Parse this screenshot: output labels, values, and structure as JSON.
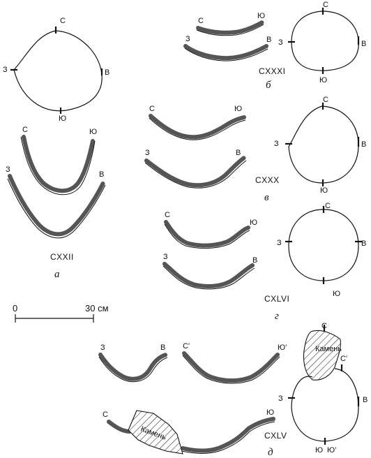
{
  "figure": {
    "panels": {
      "a": {
        "letter": "а",
        "code": "CXXII",
        "plan": {
          "north": "С",
          "south": "Ю",
          "east": "В",
          "west": "З"
        },
        "section1": {
          "left": "С",
          "right": "Ю"
        },
        "section2": {
          "left": "З",
          "right": "В"
        }
      },
      "b": {
        "letter": "б",
        "code": "CXXXI",
        "plan": {
          "north": "С",
          "south": "Ю",
          "east": "В",
          "west": "З"
        },
        "section1": {
          "left": "С",
          "right": "Ю"
        },
        "section2": {
          "left": "З",
          "right": "В"
        }
      },
      "v": {
        "letter": "в",
        "code": "CXXX",
        "plan": {
          "north": "С",
          "south": "Ю",
          "east": "В",
          "west": "З"
        },
        "section1": {
          "left": "С",
          "right": "Ю"
        },
        "section2": {
          "left": "З",
          "right": "В"
        }
      },
      "g": {
        "letter": "г",
        "code": "CXLVI",
        "plan": {
          "north": "С",
          "south": "Ю",
          "east": "В",
          "west": "З"
        },
        "section1": {
          "left": "С",
          "right": "Ю"
        },
        "section2": {
          "left": "З",
          "right": "В"
        }
      },
      "d": {
        "letter": "д",
        "code": "CXLV",
        "plan": {
          "north": "С",
          "north2": "С'",
          "south": "Ю",
          "south2": "Ю'",
          "east": "В",
          "west": "З",
          "stone": "Камень"
        },
        "section1": {
          "left": "З",
          "right": "В"
        },
        "section2": {
          "left": "С'",
          "right": "Ю'"
        },
        "section3": {
          "left": "С",
          "right": "Ю",
          "stone": "Камень"
        }
      }
    },
    "scale_bar": {
      "start": "0",
      "end": "30 см"
    }
  }
}
